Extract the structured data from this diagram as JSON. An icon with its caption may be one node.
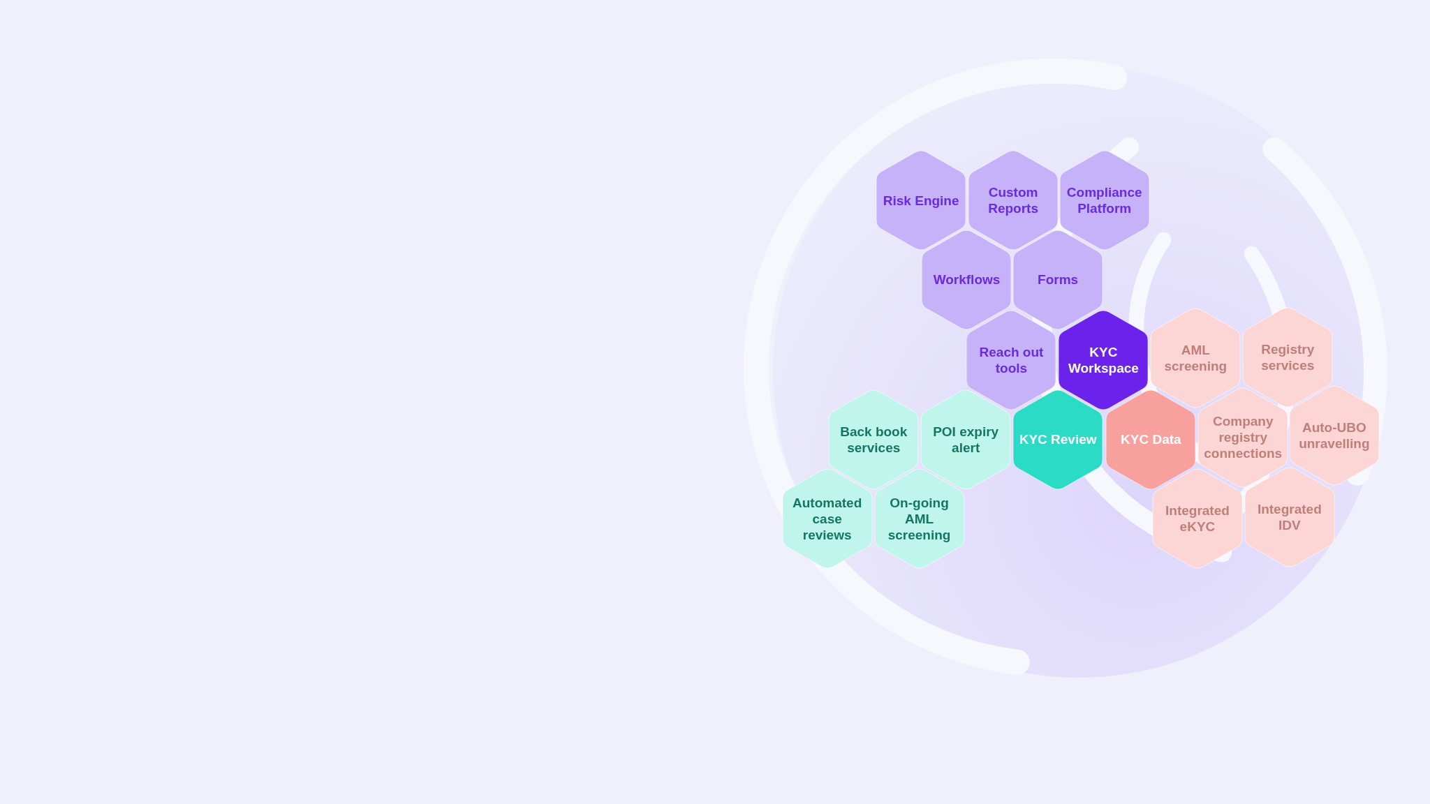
{
  "diagram": {
    "nodes": [
      {
        "text": [
          "Risk Engine"
        ]
      },
      {
        "text": [
          "Custom Reports"
        ]
      },
      {
        "text": [
          "Compliance Platform"
        ]
      },
      {
        "text": [
          "Workflows"
        ]
      },
      {
        "text": [
          "Forms"
        ]
      },
      {
        "text": [
          "Reach out tools"
        ]
      },
      {
        "text": [
          "KYC Workspace"
        ]
      },
      {
        "text": [
          "AML screening"
        ]
      },
      {
        "text": [
          "Registry services"
        ]
      },
      {
        "text": [
          "Back book services"
        ]
      },
      {
        "text": [
          "POI expiry alert"
        ]
      },
      {
        "text": [
          "KYC Review"
        ]
      },
      {
        "text": [
          "KYC Data"
        ]
      },
      {
        "text": [
          "Company registry connections"
        ]
      },
      {
        "text": [
          "Auto-UBO unravelling"
        ]
      },
      {
        "text": [
          "Automated case reviews"
        ]
      },
      {
        "text": [
          "On-going AML screening"
        ]
      },
      {
        "text": [
          "Integrated eKYC"
        ]
      },
      {
        "text": [
          "Integrated IDV"
        ]
      }
    ]
  }
}
